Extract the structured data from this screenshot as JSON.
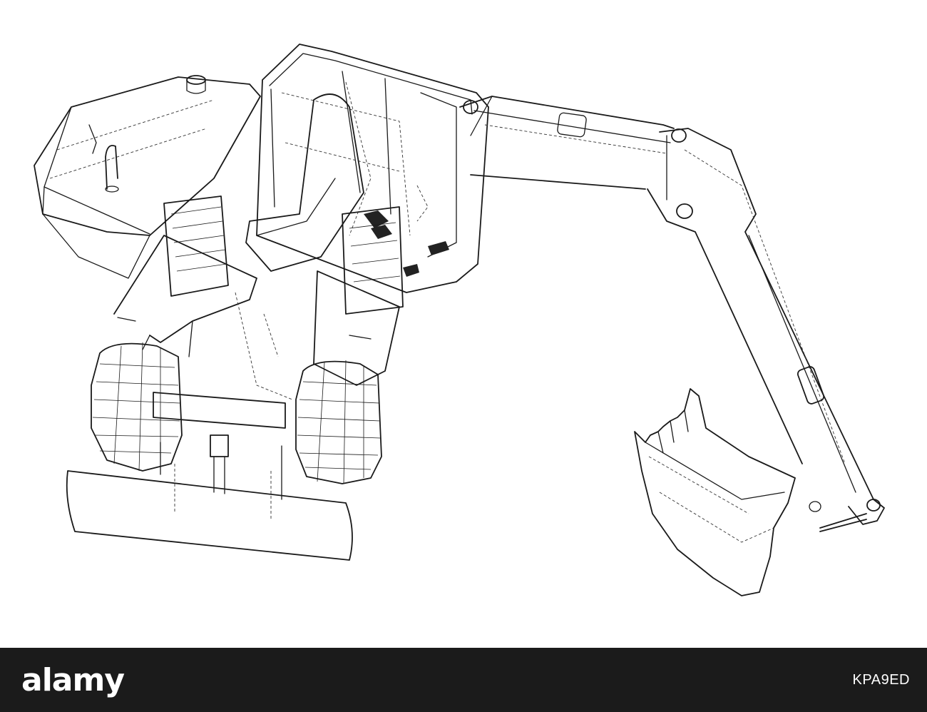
{
  "image": {
    "subject": "excavator-wireframe-drawing",
    "line_color": "#1a1a1a",
    "background_color": "#ffffff"
  },
  "footer": {
    "brand": "alamy",
    "image_id": "KPA9ED",
    "background_color": "#1b1b1b",
    "text_color": "#ffffff"
  }
}
